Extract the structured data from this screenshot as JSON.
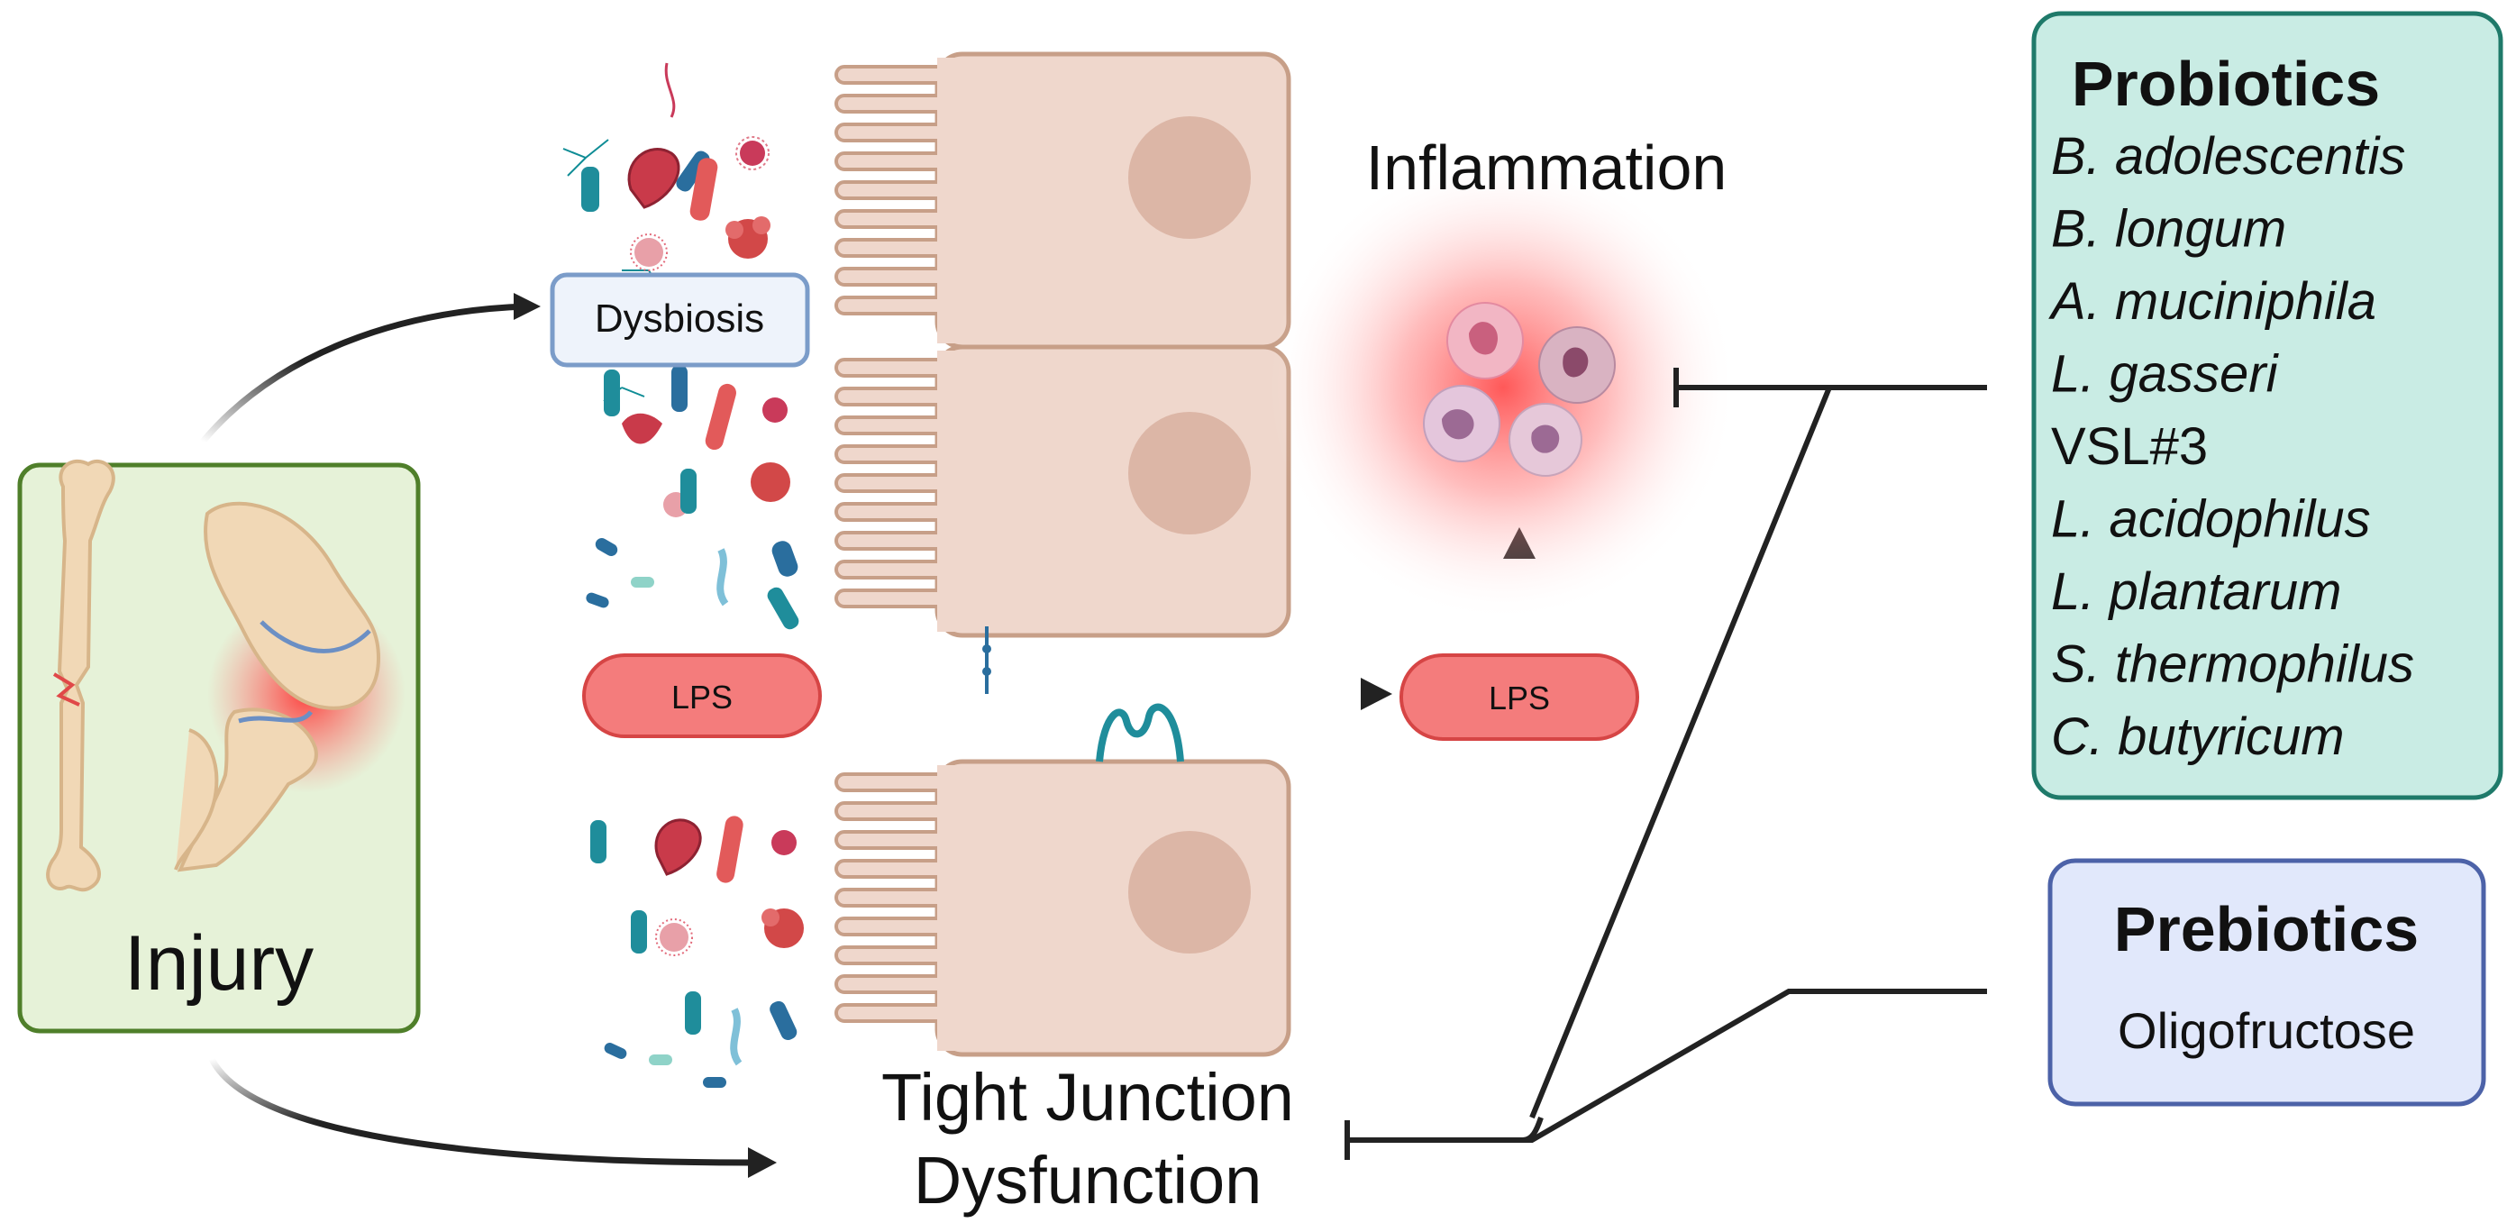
{
  "injury": {
    "label": "Injury"
  },
  "dysbiosis": {
    "label": "Dysbiosis"
  },
  "lps": {
    "left_label": "LPS",
    "right_label": "LPS"
  },
  "inflammation": {
    "label": "Inflammation"
  },
  "tight_junction": {
    "line1": "Tight Junction",
    "line2": "Dysfunction"
  },
  "probiotics": {
    "title": "Probiotics",
    "items": [
      {
        "text": "B. adolescentis",
        "italic": true
      },
      {
        "text": "B. longum",
        "italic": true
      },
      {
        "text": "A. muciniphila",
        "italic": true
      },
      {
        "text": "L. gasseri",
        "italic": true
      },
      {
        "text": "VSL#3",
        "italic": false
      },
      {
        "text": "L. acidophilus",
        "italic": true
      },
      {
        "text": "L. plantarum",
        "italic": true
      },
      {
        "text": "S. thermophilus",
        "italic": true
      },
      {
        "text": "C. butyricum",
        "italic": true
      }
    ]
  },
  "prebiotics": {
    "title": "Prebiotics",
    "item": "Oligofructose"
  },
  "colors": {
    "injury_border": "#4f7f2a",
    "injury_fill": "#e6f2d8",
    "probiotics_border": "#1f7a6a",
    "probiotics_fill": "#c9ece4",
    "prebiotics_border": "#4c62a8",
    "prebiotics_fill": "#e1e8fb",
    "dysbiosis_border": "#7b9cc9",
    "dysbiosis_fill": "#eef3fb",
    "lps_fill": "#f47c7c",
    "lps_border": "#d64545",
    "cell_fill": "#efd7cc",
    "cell_border": "#c79f88",
    "nucleus": "#dcb6a6",
    "inflammation_glow": "#ff4a4a"
  }
}
